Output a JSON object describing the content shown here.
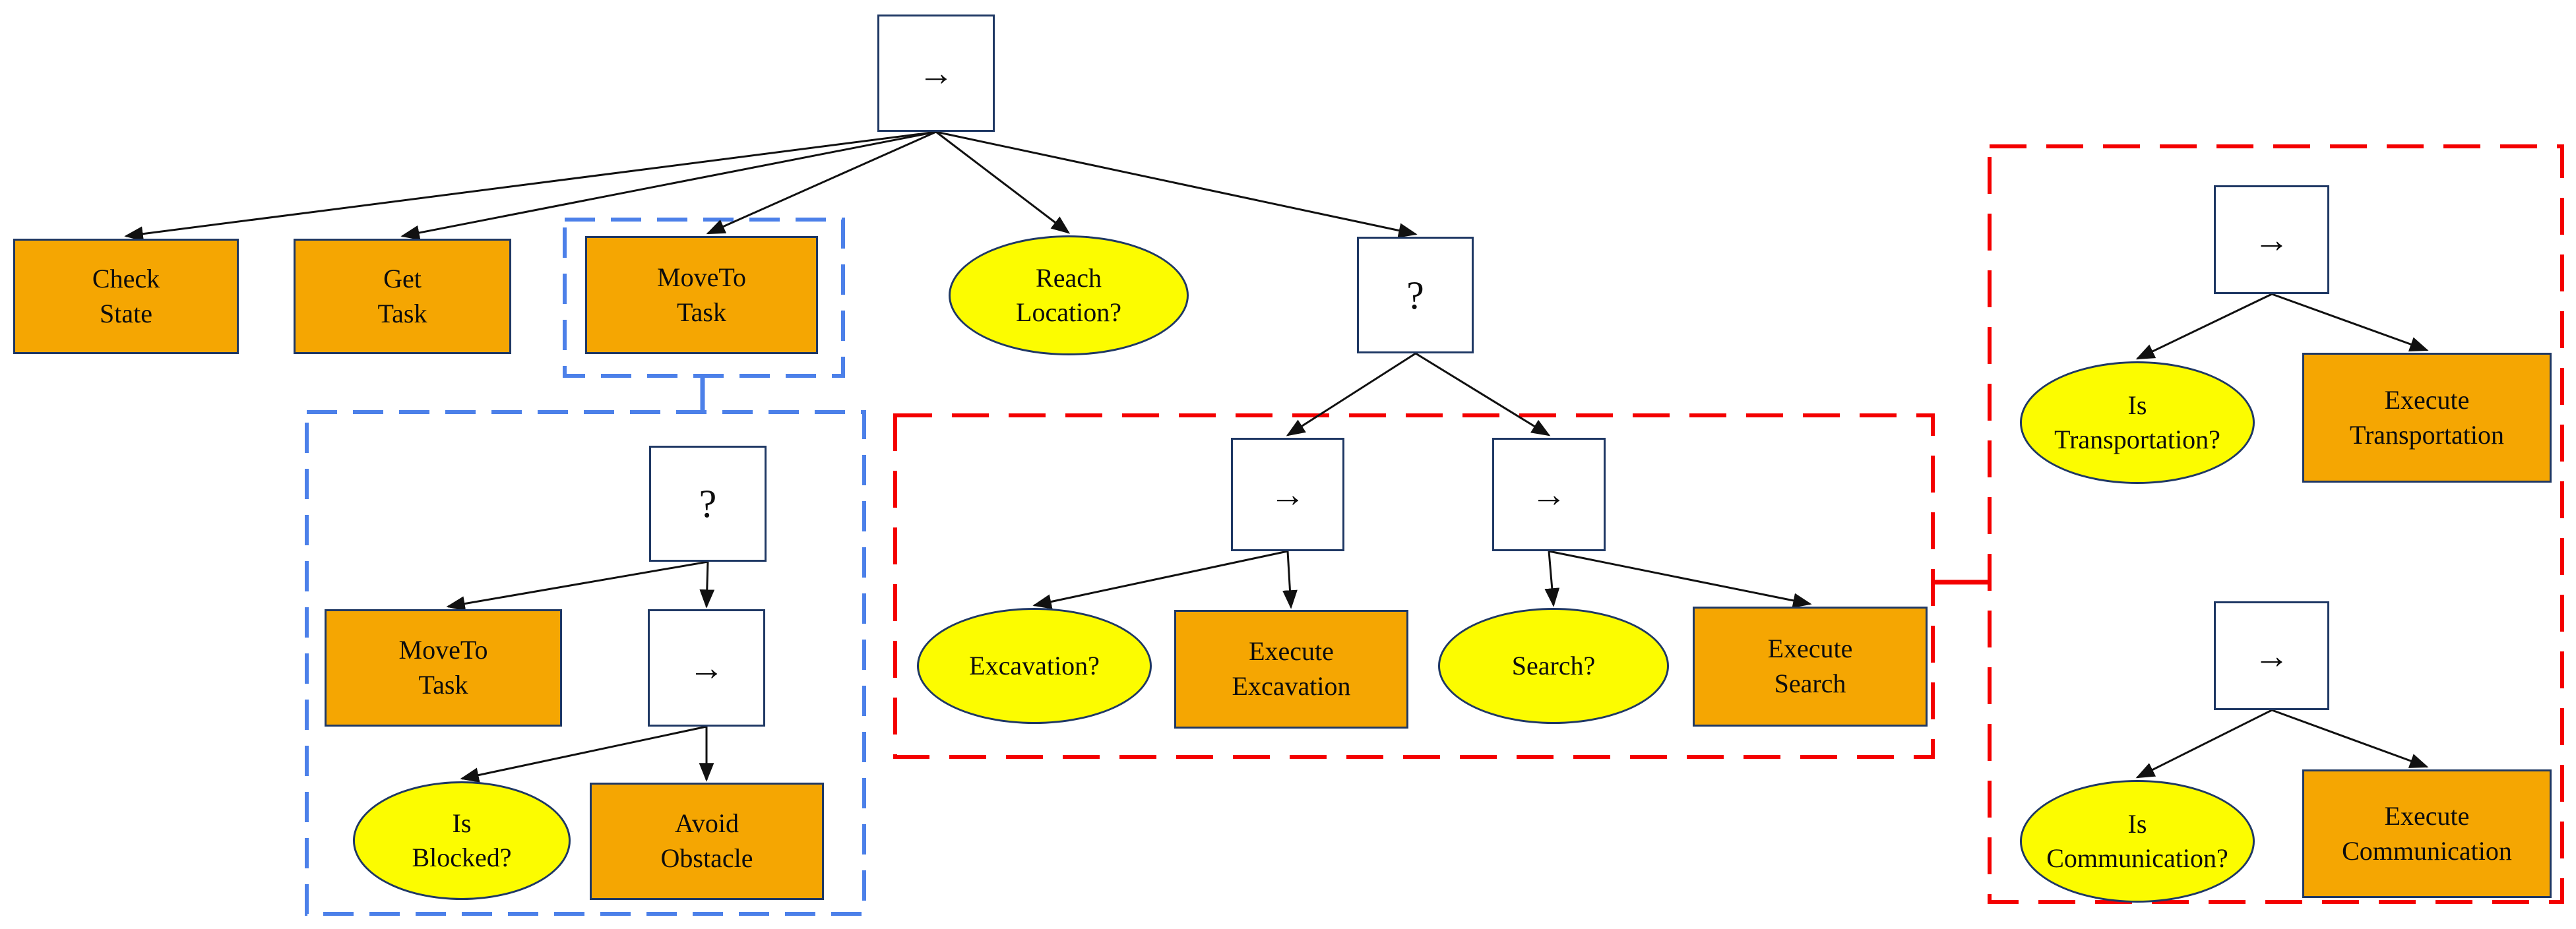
{
  "diagram_type": "behavior tree",
  "palette": {
    "action_fill": "#f5a602",
    "condition_fill": "#fcfc00",
    "operator_fill": "#ffffff",
    "node_border": "#1f3864",
    "blue_group": "#4c80e9",
    "red_group": "#f40000",
    "edge_color": "#111111",
    "text_color": "#0d0d0d"
  },
  "nodes": {
    "root": {
      "type": "sequence-operator",
      "symbol": "→"
    },
    "selector_main": {
      "type": "fallback-operator",
      "symbol": "?"
    },
    "selector_blocked": {
      "type": "fallback-operator",
      "symbol": "?"
    },
    "sequence_avoid": {
      "type": "sequence-operator",
      "symbol": "→"
    },
    "sequence_excavation": {
      "type": "sequence-operator",
      "symbol": "→"
    },
    "sequence_search": {
      "type": "sequence-operator",
      "symbol": "→"
    },
    "sequence_transportation": {
      "type": "sequence-operator",
      "symbol": "→"
    },
    "sequence_communication": {
      "type": "sequence-operator",
      "symbol": "→"
    },
    "check_state": {
      "type": "action",
      "label": "Check\nState"
    },
    "get_task": {
      "type": "action",
      "label": "Get\nTask"
    },
    "moveto_task": {
      "type": "action",
      "label": "MoveTo\nTask"
    },
    "moveto_task_sub": {
      "type": "action",
      "label": "MoveTo\nTask"
    },
    "avoid_obstacle": {
      "type": "action",
      "label": "Avoid\nObstacle"
    },
    "execute_excavation": {
      "type": "action",
      "label": "Execute\nExcavation"
    },
    "execute_search": {
      "type": "action",
      "label": "Execute\nSearch"
    },
    "execute_transportation": {
      "type": "action",
      "label": "Execute\nTransportation"
    },
    "execute_communication": {
      "type": "action",
      "label": "Execute\nCommunication"
    },
    "reach_location": {
      "type": "condition",
      "label": "Reach\nLocation?"
    },
    "is_blocked": {
      "type": "condition",
      "label": "Is\nBlocked?"
    },
    "excavation": {
      "type": "condition",
      "label": "Excavation?"
    },
    "search": {
      "type": "condition",
      "label": "Search?"
    },
    "is_transportation": {
      "type": "condition",
      "label": "Is\nTransportation?"
    },
    "is_communication": {
      "type": "condition",
      "label": "Is\nCommunication?"
    }
  },
  "edges": [
    [
      "root",
      "check_state"
    ],
    [
      "root",
      "get_task"
    ],
    [
      "root",
      "moveto_task"
    ],
    [
      "root",
      "reach_location"
    ],
    [
      "root",
      "selector_main"
    ],
    [
      "selector_main",
      "sequence_excavation"
    ],
    [
      "selector_main",
      "sequence_search"
    ],
    [
      "sequence_excavation",
      "excavation"
    ],
    [
      "sequence_excavation",
      "execute_excavation"
    ],
    [
      "sequence_search",
      "search"
    ],
    [
      "sequence_search",
      "execute_search"
    ],
    [
      "selector_blocked",
      "moveto_task_sub"
    ],
    [
      "selector_blocked",
      "sequence_avoid"
    ],
    [
      "sequence_avoid",
      "is_blocked"
    ],
    [
      "sequence_avoid",
      "avoid_obstacle"
    ],
    [
      "sequence_transportation",
      "is_transportation"
    ],
    [
      "sequence_transportation",
      "execute_transportation"
    ],
    [
      "sequence_communication",
      "is_communication"
    ],
    [
      "sequence_communication",
      "execute_communication"
    ]
  ],
  "groups": {
    "moveto_highlight": {
      "style": "blue-dashed",
      "contains": [
        "moveto_task"
      ]
    },
    "moveto_expansion": {
      "style": "blue-dashed",
      "contains": [
        "selector_blocked",
        "moveto_task_sub",
        "sequence_avoid",
        "is_blocked",
        "avoid_obstacle"
      ]
    },
    "task_group_left": {
      "style": "red-dashed",
      "contains": [
        "sequence_excavation",
        "excavation",
        "execute_excavation",
        "sequence_search",
        "search",
        "execute_search"
      ]
    },
    "task_group_right": {
      "style": "red-dashed",
      "contains": [
        "sequence_transportation",
        "is_transportation",
        "execute_transportation",
        "sequence_communication",
        "is_communication",
        "execute_communication"
      ]
    }
  }
}
